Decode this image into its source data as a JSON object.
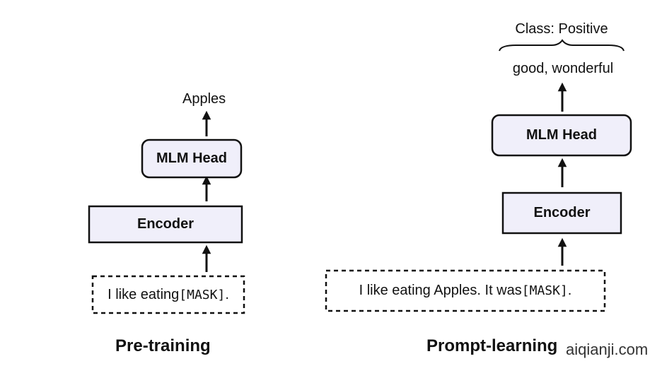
{
  "left": {
    "output": "Apples",
    "head_label": "MLM Head",
    "encoder_label": "Encoder",
    "input_text": "I like eating ",
    "mask_token": "[MASK]",
    "input_end": ".",
    "caption": "Pre-training"
  },
  "right": {
    "class_label": "Class: Positive",
    "output": "good, wonderful",
    "head_label": "MLM Head",
    "encoder_label": "Encoder",
    "input_text": "I like eating Apples. It was ",
    "mask_token": "[MASK]",
    "input_end": ".",
    "caption": "Prompt-learning"
  },
  "watermark": "aiqianji.com",
  "colors": {
    "box_fill": "#f0effa",
    "stroke": "#111111"
  }
}
